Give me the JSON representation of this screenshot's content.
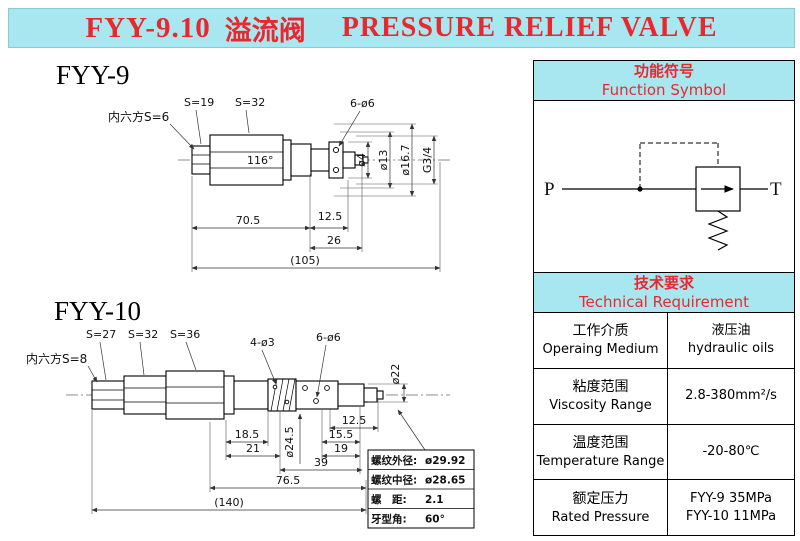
{
  "header": {
    "model": "FYY-9.10",
    "title_cn": "溢流阀",
    "title_en": "PRESSURE RELIEF VALVE"
  },
  "drawing1": {
    "label": "FYY-9",
    "dims": {
      "s19": "S=19",
      "s32": "S=32",
      "hex_socket": "内六方S=6",
      "holes": "6-ø6",
      "angle": "116°",
      "d4": "ø4",
      "d13": "ø13",
      "d16_7": "ø16.7",
      "thread": "G3/4",
      "l70_5": "70.5",
      "l12_5": "12.5",
      "l26": "26",
      "l105": "(105)"
    }
  },
  "drawing2": {
    "label": "FYY-10",
    "dims": {
      "s27": "S=27",
      "s32": "S=32",
      "s36": "S=36",
      "hex_socket": "内六方S=8",
      "holes4": "4-ø3",
      "holes6": "6-ø6",
      "d22": "ø22",
      "d24_5": "ø24.5",
      "l18_5": "18.5",
      "l12_5": "12.5",
      "l15_5": "15.5",
      "l21": "21",
      "l19": "19",
      "l39": "39",
      "l76_5": "76.5",
      "l140": "(140)"
    },
    "thread_table": {
      "rows": [
        {
          "label": "螺纹外径:",
          "value": "ø29.92"
        },
        {
          "label": "螺纹中径:",
          "value": "ø28.65"
        },
        {
          "label": "螺　距:",
          "value": "2.1"
        },
        {
          "label": "牙型角:",
          "value": "60°"
        }
      ]
    }
  },
  "panel": {
    "function_symbol": {
      "title_cn": "功能符号",
      "title_en": "Function Symbol",
      "port_p": "P",
      "port_t": "T"
    },
    "technical": {
      "title_cn": "技术要求",
      "title_en": "Technical Requirement",
      "rows": [
        {
          "cn": "工作介质",
          "en": "Operaing Medium",
          "val1": "液压油",
          "val2": "hydraulic oils"
        },
        {
          "cn": "粘度范围",
          "en": "Viscosity Range",
          "val1": "2.8-380mm²/s",
          "val2": ""
        },
        {
          "cn": "温度范围",
          "en": "Temperature Range",
          "val1": "-20-80℃",
          "val2": ""
        },
        {
          "cn": "额定压力",
          "en": "Rated Pressure",
          "val1": "FYY-9  35MPa",
          "val2": "FYY-10  11MPa"
        }
      ]
    }
  }
}
